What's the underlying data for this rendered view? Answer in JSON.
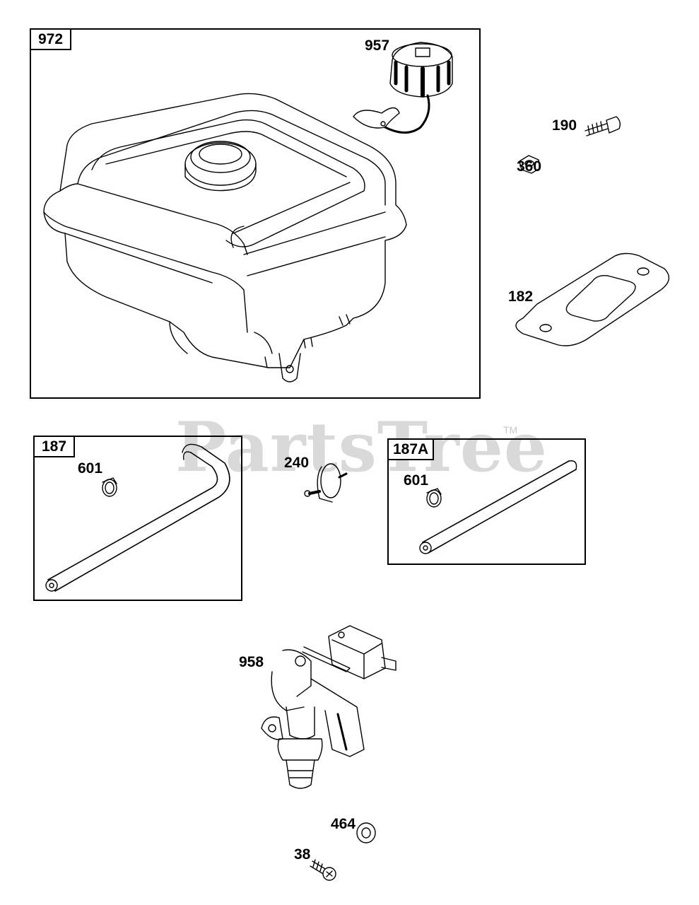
{
  "watermark": {
    "text": "PartsTree",
    "tm": "TM"
  },
  "boxes": {
    "b972": "972",
    "b187": "187",
    "b187a": "187A"
  },
  "labels": {
    "l957": "957",
    "l190": "190",
    "l360": "360",
    "l182": "182",
    "l601a": "601",
    "l240": "240",
    "l601b": "601",
    "l958": "958",
    "l464": "464",
    "l38": "38"
  }
}
